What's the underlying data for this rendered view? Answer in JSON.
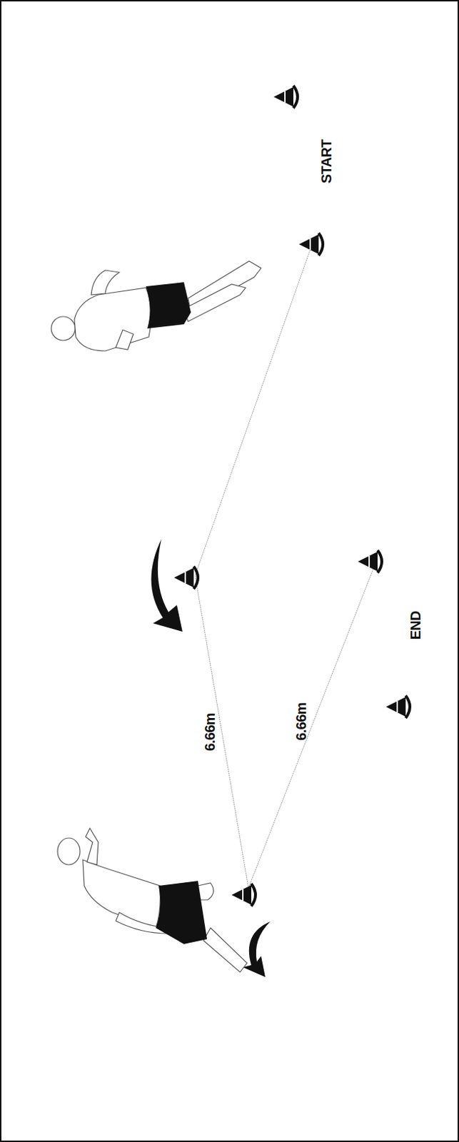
{
  "diagram": {
    "labels": [
      "START",
      "6.66m",
      "6.66m",
      "END"
    ]
  }
}
